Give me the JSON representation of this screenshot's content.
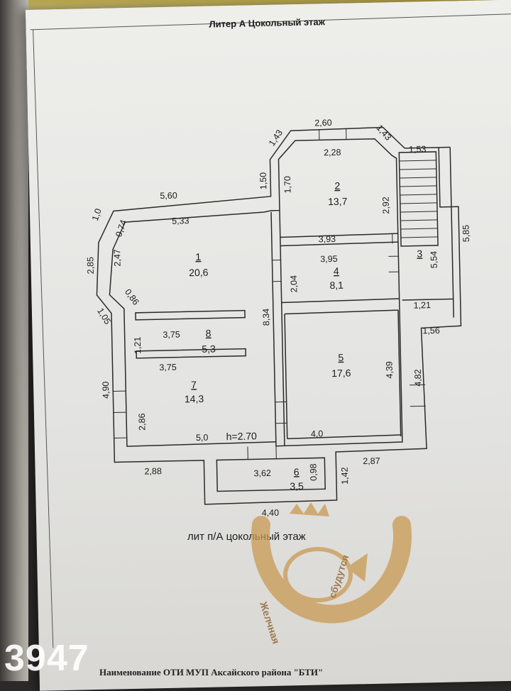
{
  "header_title": "Литер А Цокольный этаж",
  "caption": "лит п/А цокольный этаж",
  "footer_text": "Наименование ОТИ МУП Аксайского района \"БТИ\"",
  "listing_id": "3947",
  "height_label": "h=2.70",
  "rooms": [
    {
      "number": "1",
      "area": "20,6"
    },
    {
      "number": "2",
      "area": "13,7"
    },
    {
      "number": "3",
      "area": ""
    },
    {
      "number": "4",
      "area": "8,1"
    },
    {
      "number": "5",
      "area": "17,6"
    },
    {
      "number": "6",
      "area": "3,5"
    },
    {
      "number": "7",
      "area": "14,3"
    },
    {
      "number": "8",
      "area": "5,3"
    }
  ],
  "dimensions": {
    "d_2_60": "2,60",
    "d_1_43_l": "1,43",
    "d_1_43_r": "1,43",
    "d_1_53": "1,53",
    "d_2_28": "2,28",
    "d_1_70": "1,70",
    "d_1_50": "1,50",
    "d_5_60": "5,60",
    "d_1_0": "1,0",
    "d_5_33": "5,33",
    "d_0_74": "0,74",
    "d_2_92": "2,92",
    "d_5_85": "5,85",
    "d_3_93": "3,93",
    "d_3_95": "3,95",
    "d_2_85": "2,85",
    "d_2_47": "2,47",
    "d_5_54": "5,54",
    "d_2_04": "2,04",
    "d_0_86": "0,86",
    "d_1_05": "1,05",
    "d_8_34": "8,34",
    "d_1_21_r": "1,21",
    "d_1_56": "1,56",
    "d_1_21_l": "1,21",
    "d_3_75_a": "3,75",
    "d_3_75_b": "3,75",
    "d_4_39": "4,39",
    "d_4_82": "4,82",
    "d_4_90": "4,90",
    "d_2_86": "2,86",
    "d_5_0": "5,0",
    "d_4_0": "4,0",
    "d_2_88": "2,88",
    "d_3_62": "3,62",
    "d_0_98": "0,98",
    "d_1_42": "1,42",
    "d_2_87": "2,87",
    "d_4_40": "4,40"
  },
  "stamp": {
    "left_text": "Желчная",
    "right_text": "сбудутся"
  },
  "colors": {
    "line": "#2a2a2a",
    "paper": "#e9e9e6",
    "stamp": "#c99a52"
  }
}
